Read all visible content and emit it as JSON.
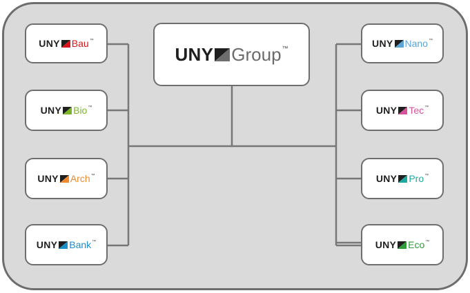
{
  "diagram": {
    "center": {
      "brand": "UNY",
      "suffix": "Group",
      "tm": "™",
      "color": "#555555"
    },
    "left": [
      {
        "brand": "UNY",
        "suffix": "Bau",
        "tm": "™",
        "color": "#d7141a"
      },
      {
        "brand": "UNY",
        "suffix": "Bio",
        "tm": "™",
        "color": "#7ab827"
      },
      {
        "brand": "UNY",
        "suffix": "Arch",
        "tm": "™",
        "color": "#ef8a2f"
      },
      {
        "brand": "UNY",
        "suffix": "Bank",
        "tm": "™",
        "color": "#1a8fc9"
      }
    ],
    "right": [
      {
        "brand": "UNY",
        "suffix": "Nano",
        "tm": "™",
        "color": "#5aa5d6"
      },
      {
        "brand": "UNY",
        "suffix": "Tec",
        "tm": "™",
        "color": "#d4539a"
      },
      {
        "brand": "UNY",
        "suffix": "Pro",
        "tm": "™",
        "color": "#1ea9a0"
      },
      {
        "brand": "UNY",
        "suffix": "Eco",
        "tm": "™",
        "color": "#2f9c3a"
      }
    ],
    "line_color": "#777777",
    "mark_dark": "#1f1f1f"
  }
}
